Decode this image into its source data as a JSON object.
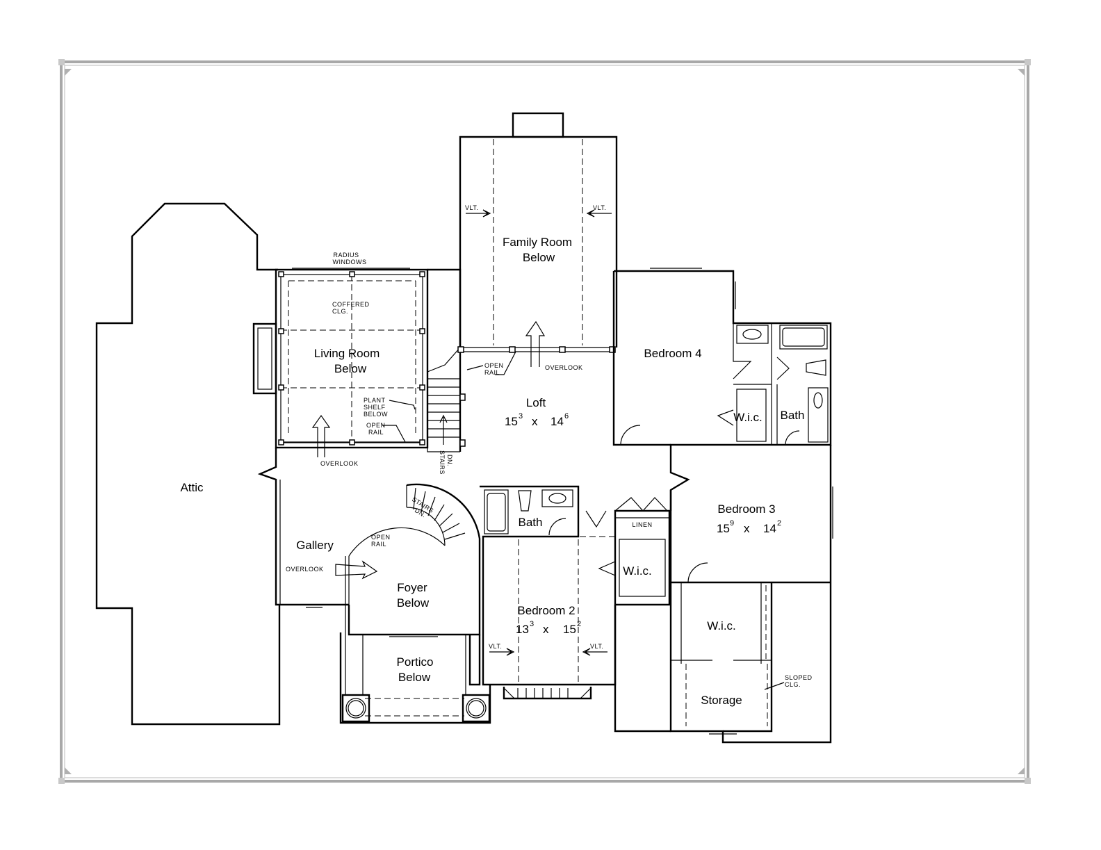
{
  "rooms": {
    "family_room": [
      "Family Room",
      "Below"
    ],
    "living_room": [
      "Living Room",
      "Below"
    ],
    "attic": "Attic",
    "loft": {
      "name": "Loft",
      "dim": [
        "15",
        "3",
        "x",
        "14",
        "6"
      ]
    },
    "bedroom4": "Bedroom 4",
    "bedroom3": {
      "name": "Bedroom 3",
      "dim": [
        "15",
        "9",
        "x",
        "14",
        "2"
      ]
    },
    "bedroom2": {
      "name": "Bedroom 2",
      "dim": [
        "13",
        "3",
        "x",
        "15",
        "2"
      ]
    },
    "gallery": "Gallery",
    "foyer": [
      "Foyer",
      "Below"
    ],
    "portico": [
      "Portico",
      "Below"
    ],
    "bath_center": "Bath",
    "bath_right": "Bath",
    "wic_bed4": "W.i.c.",
    "wic_bed2": "W.i.c.",
    "wic_bed3": "W.i.c.",
    "storage": "Storage",
    "linen": "LINEN"
  },
  "notes": {
    "radius_windows": [
      "RADIUS",
      "WINDOWS"
    ],
    "coffered": [
      "COFFERED",
      "CLG."
    ],
    "plant_shelf": [
      "PLANT",
      "SHELF",
      "BELOW"
    ],
    "open_rail": [
      "OPEN",
      "RAIL"
    ],
    "overlook": "OVERLOOK",
    "stairs_dn": [
      "STAIRS",
      "DN."
    ],
    "vlt": "VLT.",
    "sloped_clg": [
      "SLOPED",
      "CLG."
    ]
  }
}
